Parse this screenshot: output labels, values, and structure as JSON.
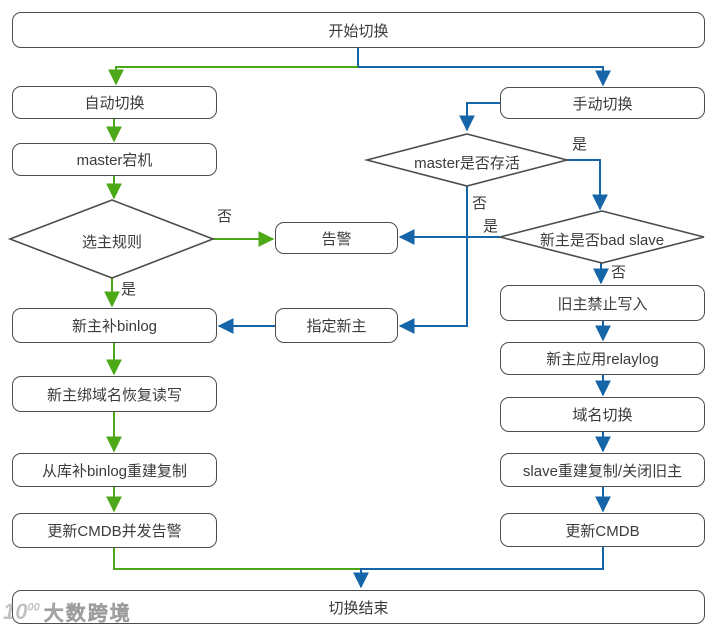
{
  "diagram": {
    "nodes": {
      "start": {
        "label": "开始切换"
      },
      "auto": {
        "label": "自动切换"
      },
      "master_down": {
        "label": "master宕机"
      },
      "select_rule": {
        "label": "选主规则"
      },
      "alert": {
        "label": "告警"
      },
      "new_master_binlog": {
        "label": "新主补binlog"
      },
      "assign_new_master": {
        "label": "指定新主"
      },
      "bind_domain": {
        "label": "新主绑域名恢复读写"
      },
      "slave_binlog_rebuild": {
        "label": "从库补binlog重建复制"
      },
      "update_cmdb_alert": {
        "label": "更新CMDB并发告警"
      },
      "manual": {
        "label": "手动切换"
      },
      "master_alive": {
        "label": "master是否存活"
      },
      "bad_slave": {
        "label": "新主是否bad slave"
      },
      "old_master_forbid": {
        "label": "旧主禁止写入"
      },
      "apply_relaylog": {
        "label": "新主应用relaylog"
      },
      "domain_switch": {
        "label": "域名切换"
      },
      "slave_rebuild_close": {
        "label": "slave重建复制/关闭旧主"
      },
      "update_cmdb": {
        "label": "更新CMDB"
      },
      "end": {
        "label": "切换结束"
      }
    },
    "edge_labels": {
      "select_rule_no": "否",
      "select_rule_yes": "是",
      "master_alive_yes": "是",
      "master_alive_no": "否",
      "bad_slave_yes": "是",
      "bad_slave_no": "否"
    },
    "edges": [
      {
        "from": "start",
        "to": "auto",
        "color": "#4ca819"
      },
      {
        "from": "start",
        "to": "manual",
        "color": "#1565a8"
      },
      {
        "from": "auto",
        "to": "master_down",
        "color": "#4ca819"
      },
      {
        "from": "master_down",
        "to": "select_rule",
        "color": "#4ca819"
      },
      {
        "from": "select_rule",
        "to": "new_master_binlog",
        "label": "是",
        "color": "#4ca819"
      },
      {
        "from": "select_rule",
        "to": "alert",
        "label": "否",
        "color": "#4ca819"
      },
      {
        "from": "new_master_binlog",
        "to": "bind_domain",
        "color": "#4ca819"
      },
      {
        "from": "bind_domain",
        "to": "slave_binlog_rebuild",
        "color": "#4ca819"
      },
      {
        "from": "slave_binlog_rebuild",
        "to": "update_cmdb_alert",
        "color": "#4ca819"
      },
      {
        "from": "update_cmdb_alert",
        "to": "end",
        "color": "#4ca819"
      },
      {
        "from": "manual",
        "to": "master_alive",
        "color": "#1565a8"
      },
      {
        "from": "master_alive",
        "to": "bad_slave",
        "label": "是",
        "color": "#1565a8"
      },
      {
        "from": "master_alive",
        "to": "assign_new_master",
        "label": "否",
        "color": "#1565a8"
      },
      {
        "from": "bad_slave",
        "to": "alert",
        "label": "是",
        "color": "#1565a8"
      },
      {
        "from": "bad_slave",
        "to": "old_master_forbid",
        "label": "否",
        "color": "#1565a8"
      },
      {
        "from": "assign_new_master",
        "to": "new_master_binlog",
        "color": "#1565a8"
      },
      {
        "from": "old_master_forbid",
        "to": "apply_relaylog",
        "color": "#1565a8"
      },
      {
        "from": "apply_relaylog",
        "to": "domain_switch",
        "color": "#1565a8"
      },
      {
        "from": "domain_switch",
        "to": "slave_rebuild_close",
        "color": "#1565a8"
      },
      {
        "from": "slave_rebuild_close",
        "to": "update_cmdb",
        "color": "#1565a8"
      },
      {
        "from": "update_cmdb",
        "to": "end",
        "color": "#1565a8"
      }
    ],
    "colors": {
      "auto_path_green": "#4ca819",
      "manual_path_blue": "#1565a8",
      "node_border": "#4d4d4d",
      "node_fill": "#ffffff",
      "text": "#3b3b3b"
    }
  },
  "watermark": {
    "logo_main": "10",
    "logo_sup": "00",
    "text": "大数跨境"
  }
}
